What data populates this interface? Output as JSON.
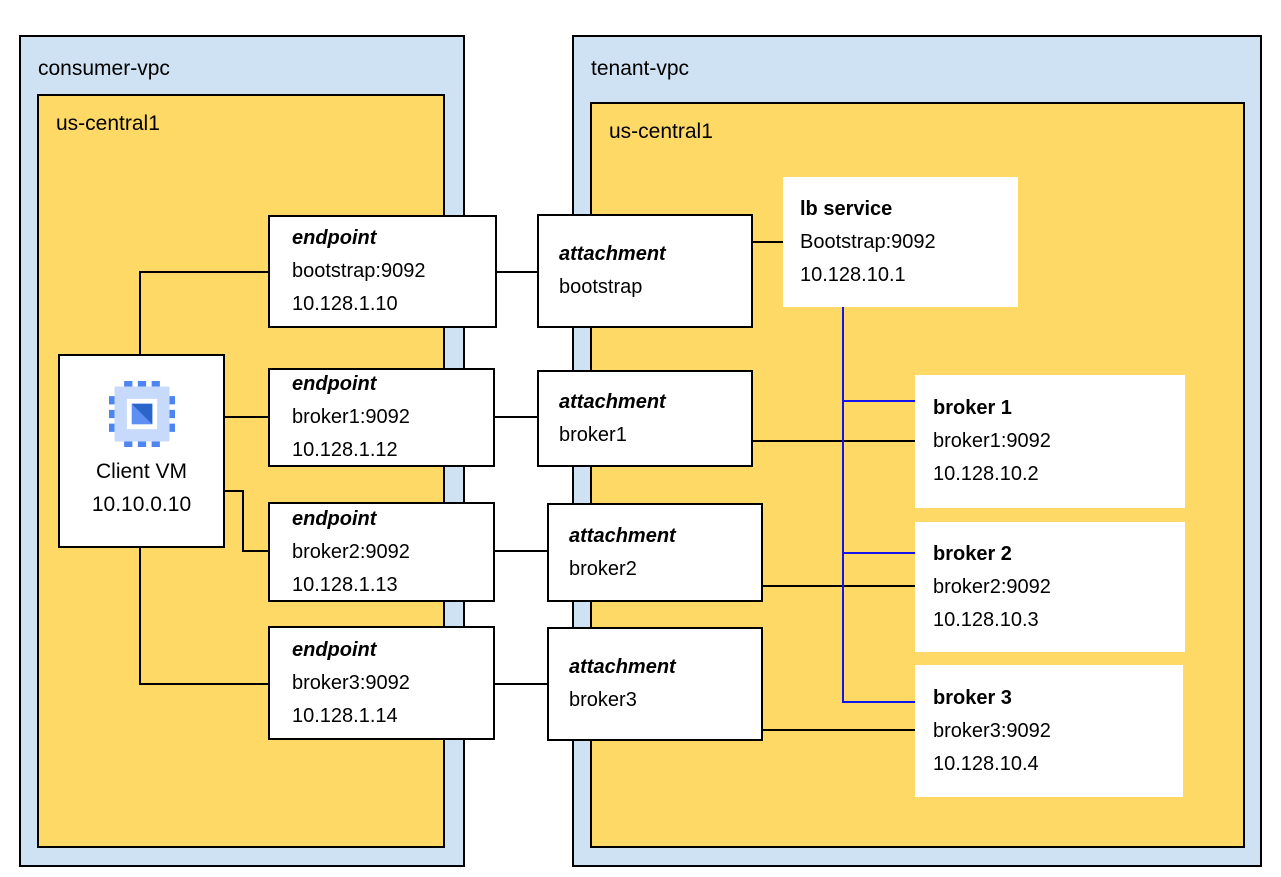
{
  "consumer_vpc_label": "consumer-vpc",
  "consumer_region_label": "us-central1",
  "tenant_vpc_label": "tenant-vpc",
  "tenant_region_label": "us-central1",
  "client_vm": {
    "name": "Client VM",
    "ip": "10.10.0.10"
  },
  "endpoints": [
    {
      "title": "endpoint",
      "name": "bootstrap:9092",
      "ip": "10.128.1.10"
    },
    {
      "title": "endpoint",
      "name": "broker1:9092",
      "ip": "10.128.1.12"
    },
    {
      "title": "endpoint",
      "name": "broker2:9092",
      "ip": "10.128.1.13"
    },
    {
      "title": "endpoint",
      "name": "broker3:9092",
      "ip": "10.128.1.14"
    }
  ],
  "attachments": [
    {
      "title": "attachment",
      "name": "bootstrap"
    },
    {
      "title": "attachment",
      "name": "broker1"
    },
    {
      "title": "attachment",
      "name": "broker2"
    },
    {
      "title": "attachment",
      "name": "broker3"
    }
  ],
  "lb_service": {
    "title": "lb service",
    "name": "Bootstrap:9092",
    "ip": "10.128.10.1"
  },
  "brokers": [
    {
      "title": "broker 1",
      "name": "broker1:9092",
      "ip": "10.128.10.2"
    },
    {
      "title": "broker 2",
      "name": "broker2:9092",
      "ip": "10.128.10.3"
    },
    {
      "title": "broker 3",
      "name": "broker3:9092",
      "ip": "10.128.10.4"
    }
  ],
  "colors": {
    "vpc_fill": "#cfe2f3",
    "region_fill": "#ffd966",
    "box_fill": "#ffffff",
    "connector_line": "#000000",
    "lb_fanout_line": "#1414ee",
    "icon_blue": "#4e85f0",
    "icon_light_blue": "#c7dafb",
    "icon_dark_blue": "#2a66c9"
  }
}
